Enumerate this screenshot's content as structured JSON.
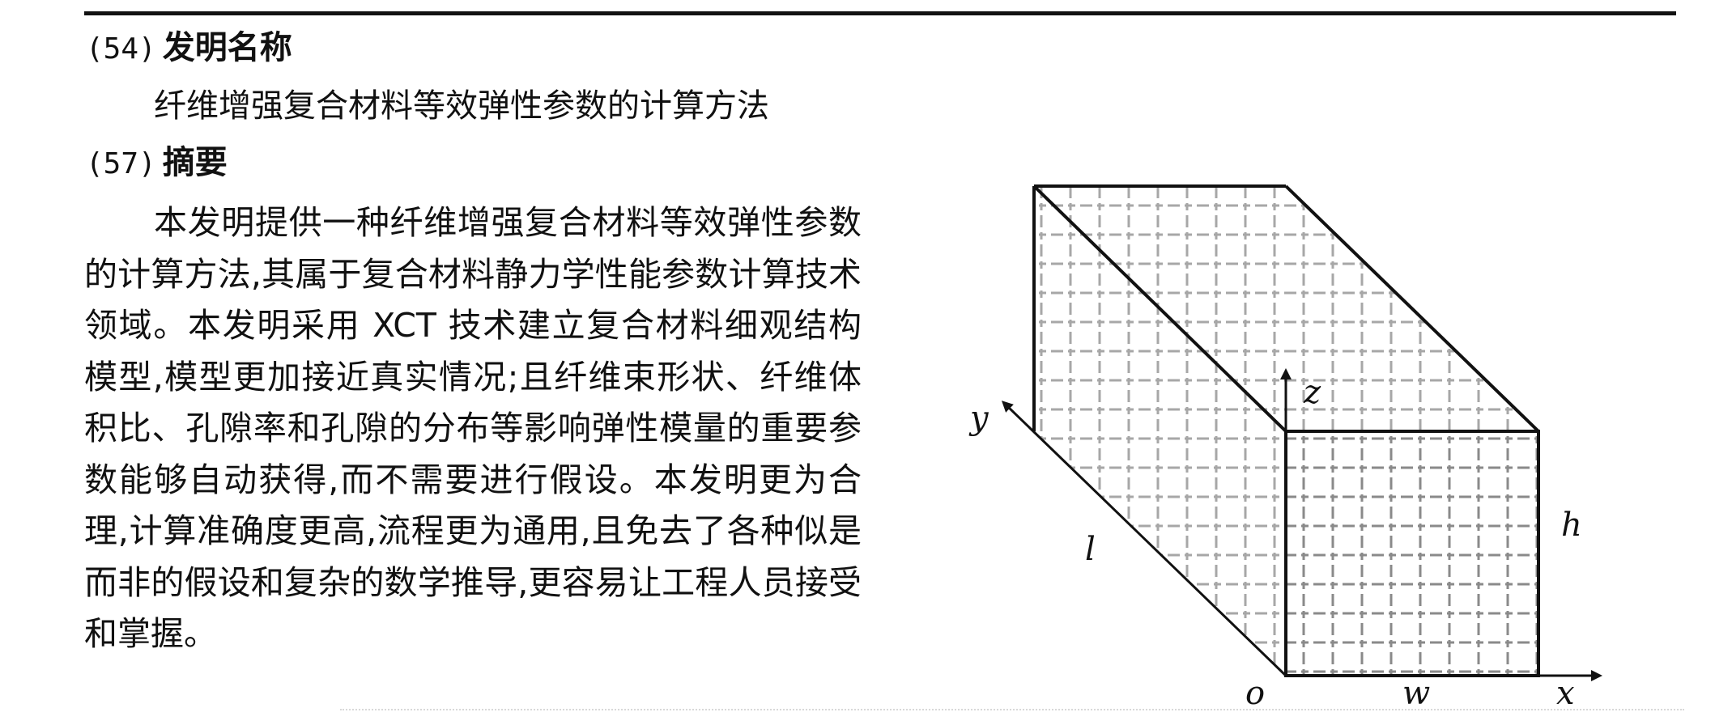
{
  "section_54": {
    "number": "(54)",
    "label": "发明名称"
  },
  "title": "纤维增强复合材料等效弹性参数的计算方法",
  "section_57": {
    "number": "(57)",
    "label": "摘要"
  },
  "abstract": "本发明提供一种纤维增强复合材料等效弹性参数的计算方法,其属于复合材料静力学性能参数计算技术领域。本发明采用 XCT 技术建立复合材料细观结构模型,模型更加接近真实情况;且纤维束形状、纤维体积比、孔隙率和孔隙的分布等影响弹性模量的重要参数能够自动获得,而不需要进行假设。本发明更为合理,计算准确度更高,流程更为通用,且免去了各种似是而非的假设和复杂的数学推导,更容易让工程人员接受和掌握。",
  "figure": {
    "labels": {
      "y": "y",
      "z": "z",
      "x": "x",
      "o": "o",
      "w": "w",
      "h": "h",
      "l": "l"
    }
  }
}
